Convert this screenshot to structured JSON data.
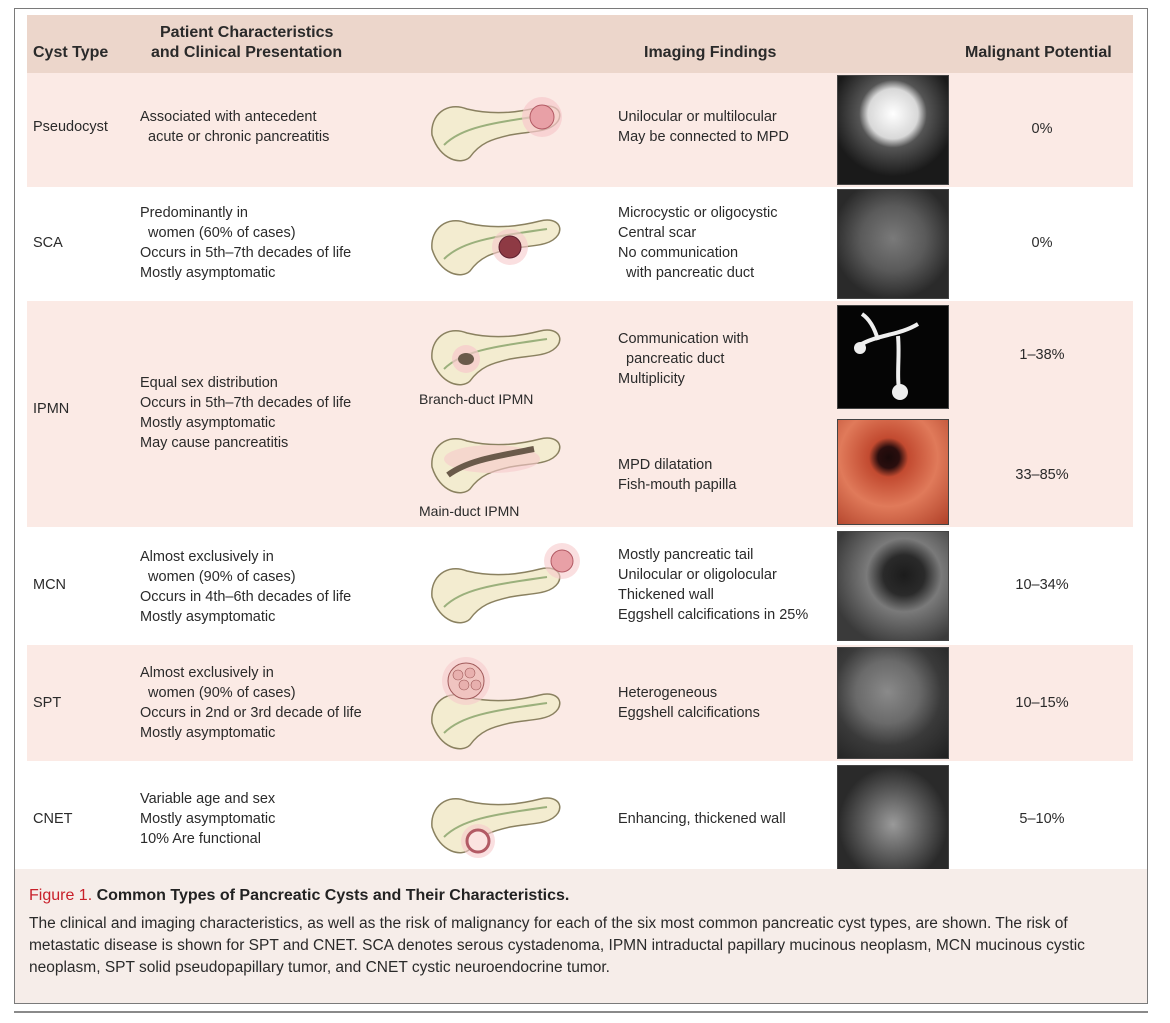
{
  "headers": {
    "cyst_type": "Cyst Type",
    "patient_line1": "Patient Characteristics",
    "patient_line2": "and Clinical Presentation",
    "imaging": "Imaging Findings",
    "malignant": "Malignant Potential"
  },
  "rows": [
    {
      "type": "Pseudocyst",
      "characteristics": "Associated with antecedent\n  acute or chronic pancreatitis",
      "imaging": "Unilocular or multilocular\nMay be connected to MPD",
      "malignant": "0%"
    },
    {
      "type": "SCA",
      "characteristics": "Predominantly in\n  women (60% of cases)\nOccurs in 5th–7th decades of life\nMostly asymptomatic",
      "imaging": "Microcystic or oligocystic\nCentral scar\nNo communication\n  with pancreatic duct",
      "malignant": "0%"
    },
    {
      "type": "IPMN",
      "characteristics": "Equal sex distribution\nOccurs in 5th–7th decades of life\nMostly asymptomatic\nMay cause pancreatitis",
      "subtypes": [
        {
          "label": "Branch-duct IPMN",
          "imaging": "Communication with\n  pancreatic duct\nMultiplicity",
          "malignant": "1–38%"
        },
        {
          "label": "Main-duct IPMN",
          "imaging": "MPD dilatation\nFish-mouth papilla",
          "malignant": "33–85%"
        }
      ]
    },
    {
      "type": "MCN",
      "characteristics": "Almost exclusively in\n  women (90% of cases)\nOccurs in 4th–6th decades of life\nMostly asymptomatic",
      "imaging": "Mostly pancreatic tail\nUnilocular or oligolocular\nThickened wall\nEggshell calcifications in 25%",
      "malignant": "10–34%"
    },
    {
      "type": "SPT",
      "characteristics": "Almost exclusively in\n  women (90% of cases)\nOccurs in 2nd or 3rd decade of life\nMostly asymptomatic",
      "imaging": "Heterogeneous\nEggshell calcifications",
      "malignant": "10–15%"
    },
    {
      "type": "CNET",
      "characteristics": "Variable age and sex\nMostly asymptomatic\n10% Are functional",
      "imaging": "Enhancing, thickened wall",
      "malignant": "5–10%"
    }
  ],
  "caption": {
    "figure_label": "Figure 1.",
    "title": "Common Types of Pancreatic Cysts and Their Characteristics.",
    "body": "The clinical and imaging characteristics, as well as the risk of malignancy for each of the six most common pancreatic cyst types, are shown. The risk of metastatic disease is shown for SPT and CNET. SCA denotes serous cystadenoma, IPMN intraductal papillary mucinous neoplasm, MCN mucinous cystic neoplasm, SPT solid pseudopapillary tumor, and CNET cystic neuroendocrine tumor."
  },
  "colors": {
    "header_bg": "#ecd6cb",
    "row_shade": "#fbeae5",
    "figure_label": "#c8202a",
    "pancreas": "#f3ecd0",
    "duct": "#9bb07c",
    "cyst": "#e8a0a6"
  },
  "icons": [
    "pancreas-diagram-icon",
    "ct-scan-image",
    "mri-image",
    "endoscopy-image"
  ]
}
